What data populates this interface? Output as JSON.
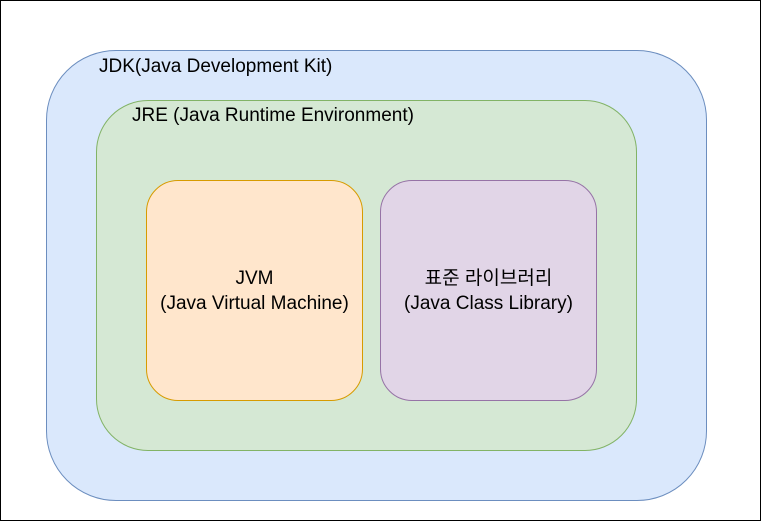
{
  "diagram": {
    "jdk": {
      "label": "JDK(Java Development Kit)",
      "fill": "#dae8fc",
      "stroke": "#6c8ebf"
    },
    "jre": {
      "label": "JRE (Java Runtime Environment)",
      "fill": "#d5e8d4",
      "stroke": "#82b366"
    },
    "jvm": {
      "line1": "JVM",
      "line2": "(Java Virtual Machine)",
      "fill": "#ffe6cc",
      "stroke": "#d79b00"
    },
    "library": {
      "line1": "표준 라이브러리",
      "line2": "(Java Class Library)",
      "fill": "#e1d5e7",
      "stroke": "#9673a6"
    }
  }
}
